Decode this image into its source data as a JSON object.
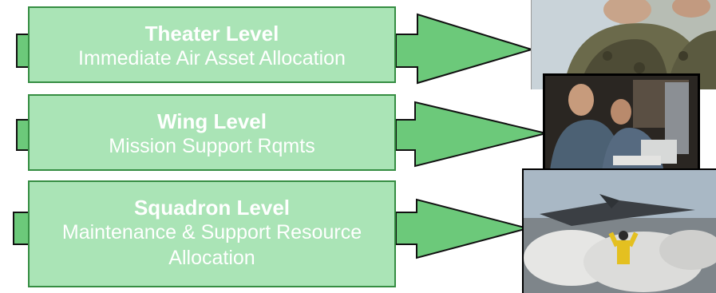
{
  "levels": [
    {
      "title": "Theater Level",
      "description": "Immediate Air Asset Allocation"
    },
    {
      "title": "Wing Level",
      "description": "Mission Support Rqmts"
    },
    {
      "title": "Squadron Level",
      "description": "Maintenance & Support Resource Allocation"
    }
  ],
  "colors": {
    "box_fill": "#a8e4b4",
    "box_border": "#2f8a3c",
    "arrow_fill": "#6cc97a",
    "arrow_stroke": "#111111",
    "label_text": "#ffffff"
  },
  "photos": [
    {
      "name": "soldiers-uniform-photo"
    },
    {
      "name": "airmen-computer-photo"
    },
    {
      "name": "jet-carrier-launch-photo"
    }
  ]
}
